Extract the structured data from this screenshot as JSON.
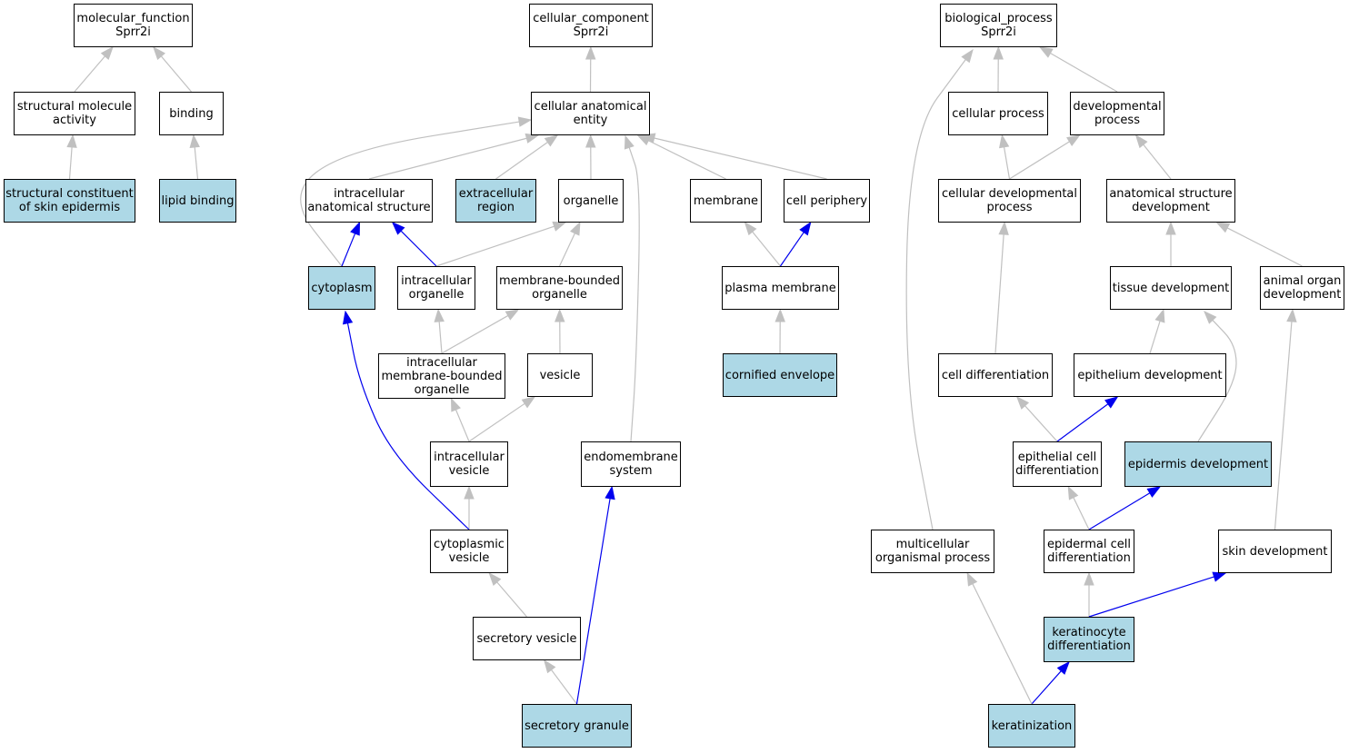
{
  "colors": {
    "highlight_fill": "#add8e6",
    "node_fill": "#ffffff",
    "node_border": "#000000",
    "edge_default": "#c0c0c0",
    "edge_highlight": "#0000ee"
  },
  "nodes": {
    "mf_root": {
      "label": "molecular_function\nSprr2i",
      "highlighted": false
    },
    "struct_mol": {
      "label": "structural molecule\nactivity",
      "highlighted": false
    },
    "binding": {
      "label": "binding",
      "highlighted": false
    },
    "struct_skin": {
      "label": "structural constituent\nof skin epidermis",
      "highlighted": true
    },
    "lipid_binding": {
      "label": "lipid binding",
      "highlighted": true
    },
    "cc_root": {
      "label": "cellular_component\nSprr2i",
      "highlighted": false
    },
    "cae": {
      "label": "cellular anatomical\nentity",
      "highlighted": false
    },
    "ias": {
      "label": "intracellular\nanatomical structure",
      "highlighted": false
    },
    "extracell": {
      "label": "extracellular\nregion",
      "highlighted": true
    },
    "organelle": {
      "label": "organelle",
      "highlighted": false
    },
    "membrane": {
      "label": "membrane",
      "highlighted": false
    },
    "cell_periph": {
      "label": "cell periphery",
      "highlighted": false
    },
    "cytoplasm": {
      "label": "cytoplasm",
      "highlighted": true
    },
    "intra_org": {
      "label": "intracellular\norganelle",
      "highlighted": false
    },
    "mbo": {
      "label": "membrane-bounded\norganelle",
      "highlighted": false
    },
    "plasma_mem": {
      "label": "plasma membrane",
      "highlighted": false
    },
    "imbo": {
      "label": "intracellular\nmembrane-bounded\norganelle",
      "highlighted": false
    },
    "vesicle": {
      "label": "vesicle",
      "highlighted": false
    },
    "cornified": {
      "label": "cornified envelope",
      "highlighted": true
    },
    "intra_ves": {
      "label": "intracellular\nvesicle",
      "highlighted": false
    },
    "endomem": {
      "label": "endomembrane\nsystem",
      "highlighted": false
    },
    "cyto_ves": {
      "label": "cytoplasmic\nvesicle",
      "highlighted": false
    },
    "secr_ves": {
      "label": "secretory vesicle",
      "highlighted": false
    },
    "secr_gran": {
      "label": "secretory granule",
      "highlighted": true
    },
    "bp_root": {
      "label": "biological_process\nSprr2i",
      "highlighted": false
    },
    "cell_proc": {
      "label": "cellular process",
      "highlighted": false
    },
    "dev_proc": {
      "label": "developmental\nprocess",
      "highlighted": false
    },
    "cell_dev": {
      "label": "cellular developmental\nprocess",
      "highlighted": false
    },
    "anat_dev": {
      "label": "anatomical structure\ndevelopment",
      "highlighted": false
    },
    "tissue_dev": {
      "label": "tissue development",
      "highlighted": false
    },
    "animal_org": {
      "label": "animal organ\ndevelopment",
      "highlighted": false
    },
    "cell_diff": {
      "label": "cell differentiation",
      "highlighted": false
    },
    "epith_dev": {
      "label": "epithelium development",
      "highlighted": false
    },
    "epith_cell": {
      "label": "epithelial cell\ndifferentiation",
      "highlighted": false
    },
    "epid_dev": {
      "label": "epidermis development",
      "highlighted": true
    },
    "multi_org": {
      "label": "multicellular\norganismal process",
      "highlighted": false
    },
    "epid_cell": {
      "label": "epidermal cell\ndifferentiation",
      "highlighted": false
    },
    "skin_dev": {
      "label": "skin development",
      "highlighted": false
    },
    "kerat_diff": {
      "label": "keratinocyte\ndifferentiation",
      "highlighted": true
    },
    "keratin": {
      "label": "keratinization",
      "highlighted": true
    }
  },
  "edges": [
    {
      "from": "struct_mol",
      "to": "mf_root",
      "highlighted": false
    },
    {
      "from": "binding",
      "to": "mf_root",
      "highlighted": false
    },
    {
      "from": "struct_skin",
      "to": "struct_mol",
      "highlighted": false
    },
    {
      "from": "lipid_binding",
      "to": "binding",
      "highlighted": false
    },
    {
      "from": "cae",
      "to": "cc_root",
      "highlighted": false
    },
    {
      "from": "ias",
      "to": "cae",
      "highlighted": false
    },
    {
      "from": "extracell",
      "to": "cae",
      "highlighted": false
    },
    {
      "from": "organelle",
      "to": "cae",
      "highlighted": false
    },
    {
      "from": "membrane",
      "to": "cae",
      "highlighted": false
    },
    {
      "from": "cell_periph",
      "to": "cae",
      "highlighted": false
    },
    {
      "from": "cytoplasm",
      "to": "cae",
      "highlighted": false
    },
    {
      "from": "endomem",
      "to": "cae",
      "highlighted": false
    },
    {
      "from": "cytoplasm",
      "to": "ias",
      "highlighted": true
    },
    {
      "from": "intra_org",
      "to": "ias",
      "highlighted": true
    },
    {
      "from": "intra_org",
      "to": "organelle",
      "highlighted": false
    },
    {
      "from": "mbo",
      "to": "organelle",
      "highlighted": false
    },
    {
      "from": "plasma_mem",
      "to": "membrane",
      "highlighted": false
    },
    {
      "from": "plasma_mem",
      "to": "cell_periph",
      "highlighted": true
    },
    {
      "from": "imbo",
      "to": "intra_org",
      "highlighted": false
    },
    {
      "from": "imbo",
      "to": "mbo",
      "highlighted": false
    },
    {
      "from": "vesicle",
      "to": "mbo",
      "highlighted": false
    },
    {
      "from": "cornified",
      "to": "plasma_mem",
      "highlighted": false
    },
    {
      "from": "intra_ves",
      "to": "imbo",
      "highlighted": false
    },
    {
      "from": "intra_ves",
      "to": "vesicle",
      "highlighted": false
    },
    {
      "from": "cyto_ves",
      "to": "intra_ves",
      "highlighted": false
    },
    {
      "from": "cyto_ves",
      "to": "cytoplasm",
      "highlighted": true
    },
    {
      "from": "secr_ves",
      "to": "cyto_ves",
      "highlighted": false
    },
    {
      "from": "secr_gran",
      "to": "secr_ves",
      "highlighted": false
    },
    {
      "from": "secr_gran",
      "to": "endomem",
      "highlighted": true
    },
    {
      "from": "cell_proc",
      "to": "bp_root",
      "highlighted": false
    },
    {
      "from": "dev_proc",
      "to": "bp_root",
      "highlighted": false
    },
    {
      "from": "multi_org",
      "to": "bp_root",
      "highlighted": false
    },
    {
      "from": "cell_dev",
      "to": "cell_proc",
      "highlighted": false
    },
    {
      "from": "cell_dev",
      "to": "dev_proc",
      "highlighted": false
    },
    {
      "from": "anat_dev",
      "to": "dev_proc",
      "highlighted": false
    },
    {
      "from": "tissue_dev",
      "to": "anat_dev",
      "highlighted": false
    },
    {
      "from": "animal_org",
      "to": "anat_dev",
      "highlighted": false
    },
    {
      "from": "cell_diff",
      "to": "cell_dev",
      "highlighted": false
    },
    {
      "from": "epith_dev",
      "to": "tissue_dev",
      "highlighted": false
    },
    {
      "from": "epid_dev",
      "to": "tissue_dev",
      "highlighted": false
    },
    {
      "from": "epith_cell",
      "to": "cell_diff",
      "highlighted": false
    },
    {
      "from": "epith_cell",
      "to": "epith_dev",
      "highlighted": true
    },
    {
      "from": "epid_cell",
      "to": "epith_cell",
      "highlighted": false
    },
    {
      "from": "epid_cell",
      "to": "epid_dev",
      "highlighted": true
    },
    {
      "from": "skin_dev",
      "to": "animal_org",
      "highlighted": false
    },
    {
      "from": "kerat_diff",
      "to": "epid_cell",
      "highlighted": false
    },
    {
      "from": "kerat_diff",
      "to": "skin_dev",
      "highlighted": true
    },
    {
      "from": "keratin",
      "to": "kerat_diff",
      "highlighted": true
    },
    {
      "from": "keratin",
      "to": "multi_org",
      "highlighted": false
    }
  ]
}
